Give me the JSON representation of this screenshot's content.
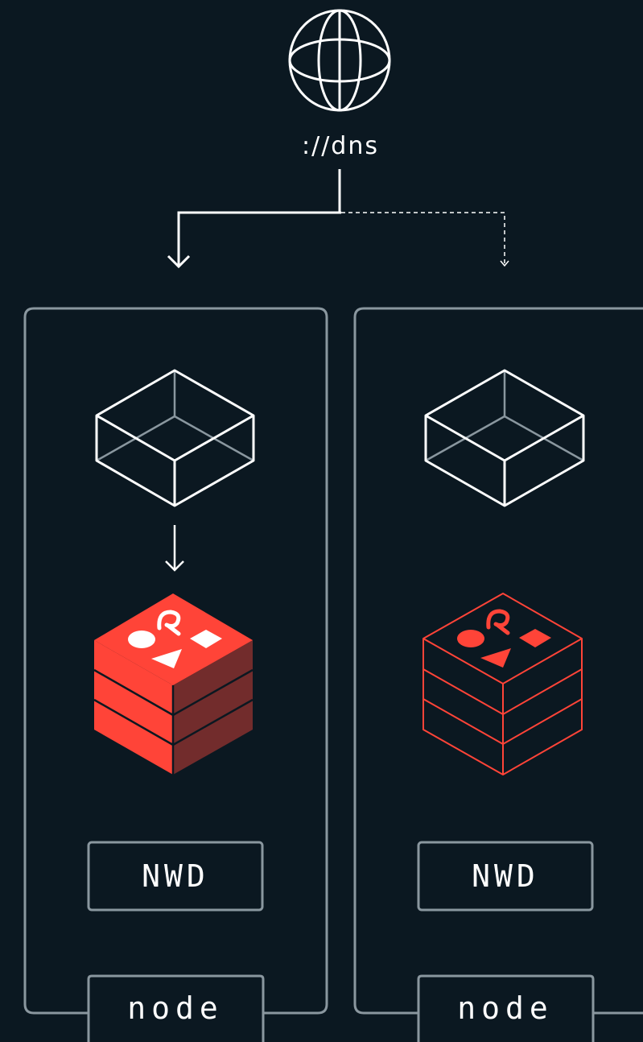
{
  "dns": {
    "label": "://dns"
  },
  "nodes": [
    {
      "service_label": "NWD",
      "node_label": "node",
      "state": "active"
    },
    {
      "service_label": "NWD",
      "node_label": "node",
      "state": "standby"
    }
  ],
  "colors": {
    "background": "#0b1821",
    "line": "#ffffff",
    "border": "#8a979f",
    "redis_red": "#ff4438",
    "redis_dark": "#722c2c"
  },
  "icons": {
    "dns": "globe-icon",
    "container": "container-box-icon",
    "database": "redis-stack-icon"
  }
}
